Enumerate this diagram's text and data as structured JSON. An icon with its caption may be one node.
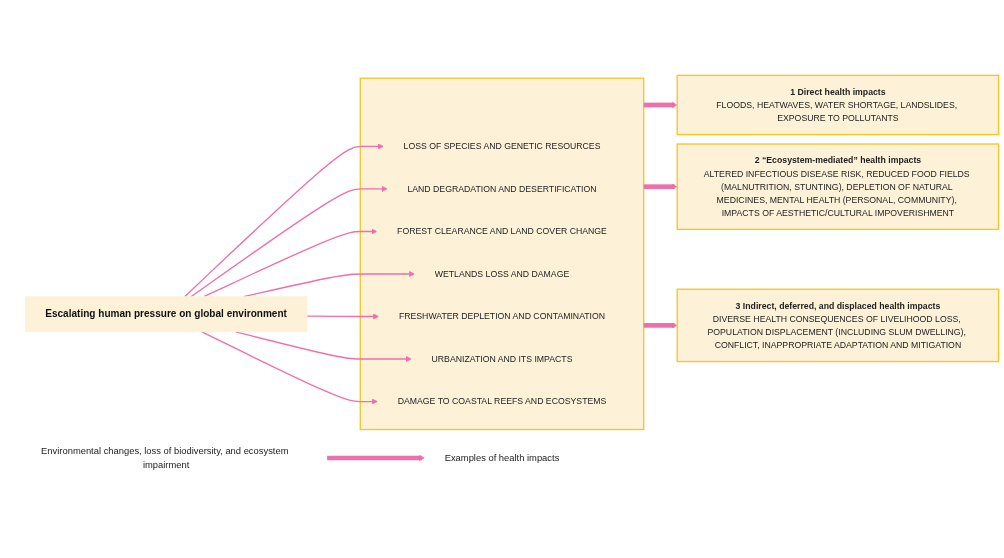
{
  "diagram": {
    "nodes": [
      {
        "text": [
          "Environmental changes, loss of biodiversity, and ecosystem impairment"
        ]
      },
      {
        "text": [
          "Examples of health impacts"
        ]
      },
      {
        "text": [
          "Escalating human pressure on global environment"
        ]
      },
      {
        "text": [],
        "shape": "box"
      },
      {
        "text": [
          "LOSS OF SPECIES AND GENETIC RESOURCES"
        ],
        "in": 3
      },
      {
        "text": [
          "LAND DEGRADATION AND DESERTIFICATION"
        ],
        "in": 3
      },
      {
        "text": [
          "FOREST CLEARANCE AND LAND COVER CHANGE"
        ],
        "in": 3
      },
      {
        "text": [
          "WETLANDS LOSS AND DAMAGE"
        ],
        "in": 3
      },
      {
        "text": [
          "FRESHWATER DEPLETION AND CONTAMINATION"
        ],
        "in": 3
      },
      {
        "text": [
          "URBANIZATION AND ITS IMPACTS"
        ],
        "in": 3
      },
      {
        "text": [
          "DAMAGE TO COASTAL REEFS AND ECOSYSTEMS"
        ],
        "in": 3
      },
      {
        "text": [
          "1 Direct health impacts",
          "FLOODS, HEATWAVES, WATER SHORTAGE, LANDSLIDES, EXPOSURE TO POLLUTANTS"
        ]
      },
      {
        "text": [
          "2 “Ecosystem-mediated” health impacts",
          "ALTERED INFECTIOUS DISEASE RISK, REDUCED FOOD FIELDS (MALNUTRITION, STUNTING), DEPLETION OF NATURAL MEDICINES, MENTAL HEALTH (PERSONAL, COMMUNITY), IMPACTS OF AESTHETIC/CULTURAL IMPOVERISHMENT"
        ]
      },
      {
        "text": [
          "3 Indirect, deferred, and displaced health impacts",
          "DIVERSE HEALTH CONSEQUENCES OF LIVELIHOOD LOSS, POPULATION DISPLACEMENT (INCLUDING SLUM DWELLING), CONFLICT, INAPPROPRIATE ADAPTATION AND MITIGATION"
        ]
      }
    ],
    "edges": [
      {
        "from": 0,
        "to": 1,
        "arrow": "to",
        "style": "thick"
      },
      {
        "from": 2,
        "to": 4,
        "arrow": "to"
      },
      {
        "from": 2,
        "to": 5,
        "arrow": "to"
      },
      {
        "from": 2,
        "to": 6,
        "arrow": "to"
      },
      {
        "from": 2,
        "to": 7,
        "arrow": "to"
      },
      {
        "from": 2,
        "to": 8,
        "arrow": "to"
      },
      {
        "from": 2,
        "to": 9,
        "arrow": "to"
      },
      {
        "from": 2,
        "to": 10,
        "arrow": "to"
      },
      {
        "from": 3,
        "to": 11,
        "arrow": "to",
        "style": "thick"
      },
      {
        "from": 3,
        "to": 12,
        "arrow": "to",
        "style": "thick"
      },
      {
        "from": 3,
        "to": 13,
        "arrow": "to",
        "style": "thick"
      }
    ]
  }
}
